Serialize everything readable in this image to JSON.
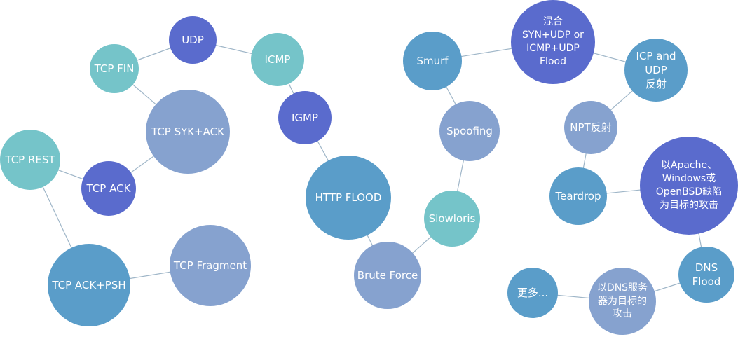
{
  "colors": {
    "teal": "#75c4c9",
    "indigo": "#5a6bcd",
    "blue": "#5a9dc9",
    "lavender": "#86a2cf",
    "link": "#9fb6c8"
  },
  "nodes": {
    "udp": "UDP",
    "tcp_fin": "TCP FIN",
    "icmp": "ICMP",
    "tcp_syk_ack": "TCP SYK+ACK",
    "igmp": "IGMP",
    "tcp_rest": "TCP REST",
    "tcp_ack": "TCP ACK",
    "http_flood": "HTTP FLOOD",
    "tcp_ack_psh": "TCP ACK+PSH",
    "tcp_fragment": "TCP Fragment",
    "brute_force": "Brute Force",
    "slowloris": "Slowloris",
    "spoofing": "Spoofing",
    "smurf": "Smurf",
    "mixed_flood": "混合\nSYN+UDP or\nICMP+UDP\nFlood",
    "icp_udp_reflect": "ICP and\nUDP\n反射",
    "npt_reflect": "NPT反射",
    "teardrop": "Teardrop",
    "os_target": "以Apache、\nWindows或\nOpenBSD缺陷\n为目标的攻击",
    "dns_flood": "DNS\nFlood",
    "dns_server_target": "以DNS服务\n器为目标的\n攻击",
    "more": "更多..."
  }
}
